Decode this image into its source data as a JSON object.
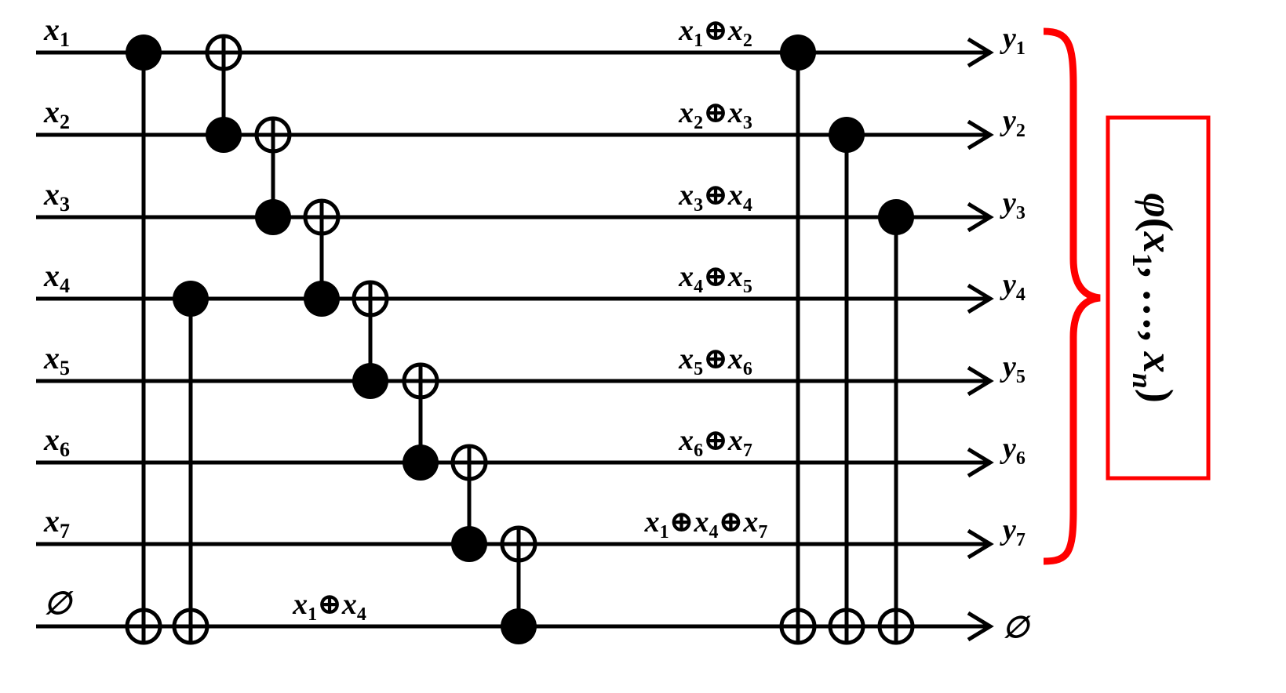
{
  "inputs": [
    {
      "base": "x",
      "sub": "1"
    },
    {
      "base": "x",
      "sub": "2"
    },
    {
      "base": "x",
      "sub": "3"
    },
    {
      "base": "x",
      "sub": "4"
    },
    {
      "base": "x",
      "sub": "5"
    },
    {
      "base": "x",
      "sub": "6"
    },
    {
      "base": "x",
      "sub": "7"
    },
    {
      "base": "∅",
      "sub": ""
    }
  ],
  "outputs": [
    {
      "base": "y",
      "sub": "1"
    },
    {
      "base": "y",
      "sub": "2"
    },
    {
      "base": "y",
      "sub": "3"
    },
    {
      "base": "y",
      "sub": "4"
    },
    {
      "base": "y",
      "sub": "5"
    },
    {
      "base": "y",
      "sub": "6"
    },
    {
      "base": "y",
      "sub": "7"
    },
    {
      "base": "∅",
      "sub": ""
    }
  ],
  "mid_labels": [
    {
      "wire": 0,
      "terms": [
        "1",
        "2"
      ]
    },
    {
      "wire": 1,
      "terms": [
        "2",
        "3"
      ]
    },
    {
      "wire": 2,
      "terms": [
        "3",
        "4"
      ]
    },
    {
      "wire": 3,
      "terms": [
        "4",
        "5"
      ]
    },
    {
      "wire": 4,
      "terms": [
        "5",
        "6"
      ]
    },
    {
      "wire": 5,
      "terms": [
        "6",
        "7"
      ]
    },
    {
      "wire": 6,
      "terms": [
        "1",
        "4",
        "7"
      ]
    }
  ],
  "ancilla_label": {
    "terms": [
      "1",
      "4"
    ]
  },
  "gates": [
    {
      "control": 0,
      "target": 7
    },
    {
      "control": 3,
      "target": 7
    },
    {
      "control": 1,
      "target": 0
    },
    {
      "control": 2,
      "target": 1
    },
    {
      "control": 3,
      "target": 2
    },
    {
      "control": 4,
      "target": 3
    },
    {
      "control": 5,
      "target": 4
    },
    {
      "control": 6,
      "target": 5
    },
    {
      "control": 7,
      "target": 6
    },
    {
      "control": 0,
      "target": 7
    },
    {
      "control": 1,
      "target": 7
    },
    {
      "control": 2,
      "target": 7
    }
  ],
  "xor_symbol": "⊕",
  "function_label": {
    "symbol": "φ",
    "open": "(",
    "arg1_base": "x",
    "arg1_sub": "1",
    "sep": ", …, ",
    "argn_base": "x",
    "argn_sub": "n",
    "close": ")"
  },
  "colors": {
    "brace": "#ff0000",
    "box_border": "#ff0000",
    "wire": "#000000"
  }
}
